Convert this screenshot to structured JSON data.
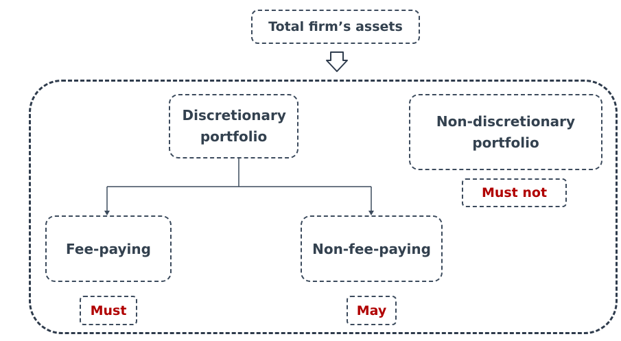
{
  "top": {
    "label": "Total firm’s assets"
  },
  "nodes": {
    "discretionary": {
      "label": "Discretionary portfolio"
    },
    "non_discretionary": {
      "label": "Non-discretionary portfolio"
    },
    "fee_paying": {
      "label": "Fee-paying"
    },
    "non_fee_paying": {
      "label": "Non-fee-paying"
    }
  },
  "tags": {
    "must_not": "Must not",
    "must": "Must",
    "may": "May"
  },
  "colors": {
    "text": "#33414f",
    "border": "#3b4a5c",
    "tag": "#b00000"
  }
}
